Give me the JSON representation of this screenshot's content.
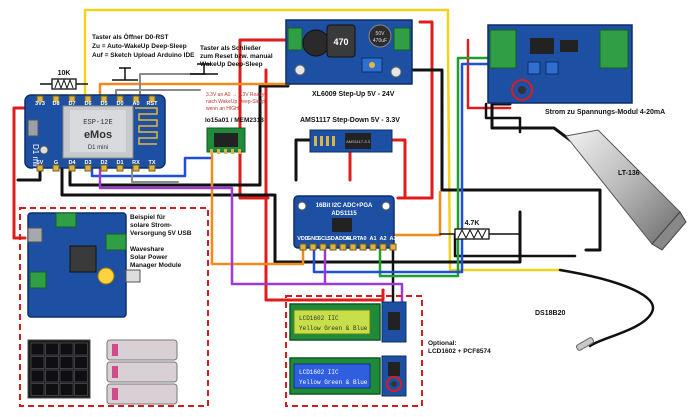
{
  "colors": {
    "red": "#e01b1b",
    "black": "#111111",
    "yellow": "#f2d21b",
    "orange": "#f08a1c",
    "green": "#1f9e2a",
    "blue": "#1f4fd8",
    "purple": "#9b3ad6",
    "gray": "#8a8a8a",
    "board_blue": "#1d4fa3",
    "pcb_green": "#1e8a3a",
    "dashed_red": "#d11f1f"
  },
  "labels": {
    "taster_deep_sleep": [
      "Taster als Öffner D0-RST",
      "Zu = Auto-WakeUp Deep-Sleep",
      "Auf = Sketch Upload Arduino IDE"
    ],
    "taster_reset": [
      "Taster als Schließer",
      "zum Reset bzw. manual",
      "WakeUp Deep-Sleep"
    ],
    "relay_note": [
      "3.3V an A0 → 3.3V Ready",
      "nach WakeUp Deep-Sleep",
      "wenn an HIGH"
    ],
    "relay_module": "lo15a01 / MEM2313",
    "stepup": "XL6009 Step-Up 5V - 24V",
    "stepdown": "AMS1117 Step-Down 5V - 3.3V",
    "current_module": "Strom zu Spannungs-Modul 4-20mA",
    "sensor_lt": "LT-136",
    "sensor_ds": "DS18B20",
    "resistor_10k": "10K",
    "resistor_4k7": "4.7K",
    "solar_note": [
      "Beispiel für",
      "solare Strom-",
      "Versorgung 5V USB"
    ],
    "waveshare": [
      "Waveshare",
      "Solar Power",
      "Manager Module"
    ],
    "lcd_optional": [
      "Optional:",
      "LCD1602 + PCF8574"
    ]
  },
  "wemos": {
    "top_pins": [
      "3V3",
      "D8",
      "D7",
      "D6",
      "D5",
      "D0",
      "A0",
      "RST"
    ],
    "bottom_pins": [
      "5V",
      "G",
      "D4",
      "D3",
      "D2",
      "D1",
      "RX",
      "TX"
    ],
    "chip_lines": [
      "ESP-12E",
      "eMos",
      "D1 mini"
    ],
    "side_text": "D1 mini"
  },
  "ads": {
    "title": [
      "16Bit I2C ADC+PGA",
      "ADS1115"
    ],
    "pins": [
      "VDD",
      "GND",
      "SCL",
      "SDA",
      "ADDR",
      "ALRT",
      "A0",
      "A1",
      "A2",
      "A3"
    ]
  },
  "xl6009": {
    "chip_text": "470",
    "cap_text": [
      "50V",
      "470uF"
    ]
  },
  "ams": {
    "chip_text": "AMS1117-3.3"
  },
  "lcd1": {
    "line1": "LCD1602 IIC",
    "line2": "Yellow Green & Blue"
  },
  "lcd2": {
    "line1": "LCD1602 IIC",
    "line2": "Yellow Green & Blue"
  }
}
